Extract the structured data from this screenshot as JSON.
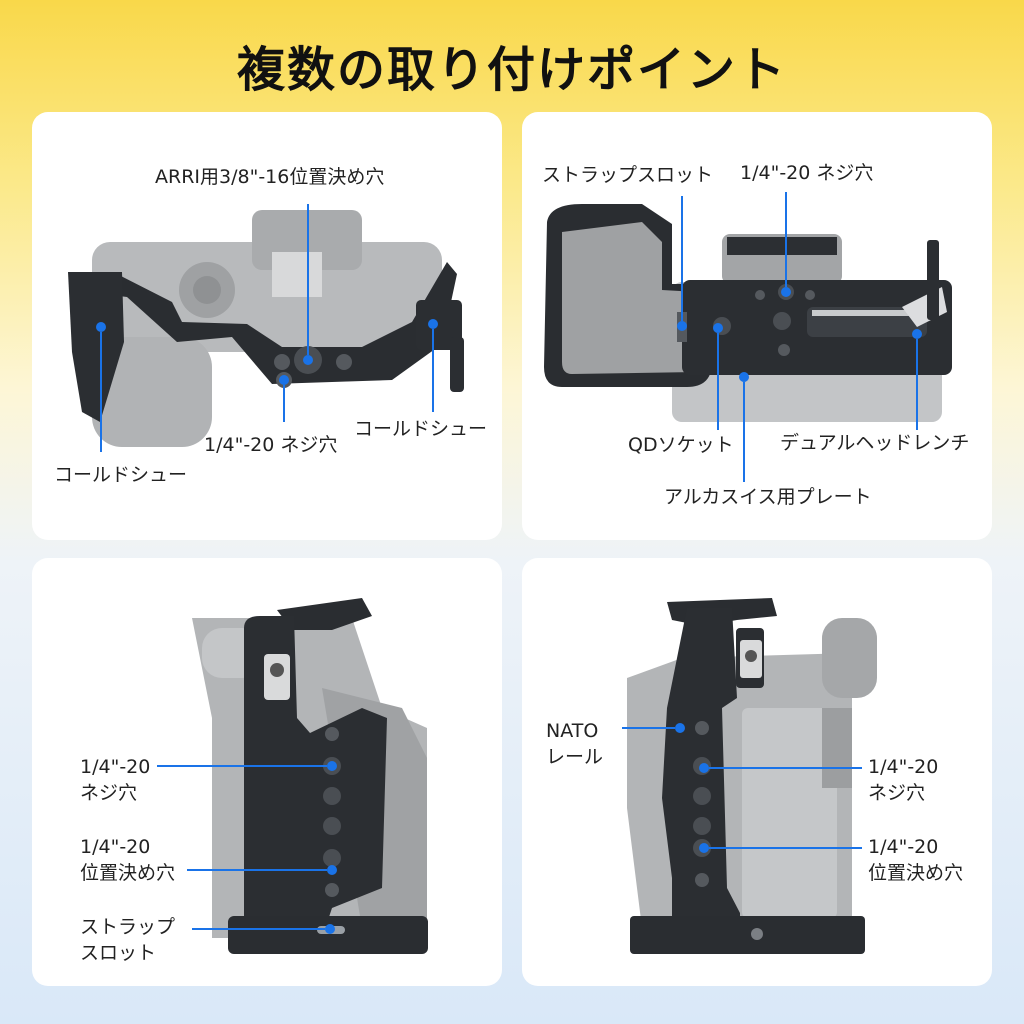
{
  "title": "複数の取り付けポイント",
  "colors": {
    "accent": "#1a73e8",
    "cage": "#2a2d31",
    "camera": "#a7a9ab"
  },
  "panel_top_left": {
    "labels": {
      "arri": "ARRI用3/8\"-16位置決め穴",
      "thread": "1/4\"-20 ネジ穴",
      "cold_shoe_right": "コールドシュー",
      "cold_shoe_left": "コールドシュー"
    }
  },
  "panel_top_right": {
    "labels": {
      "strap_slot": "ストラップスロット",
      "thread": "1/4\"-20 ネジ穴",
      "qd_socket": "QDソケット",
      "wrench": "デュアルヘッドレンチ",
      "arca_plate": "アルカスイス用プレート"
    }
  },
  "panel_bottom_left": {
    "labels": {
      "thread_l1": "1/4\"-20",
      "thread_l2": "ネジ穴",
      "locating_l1": "1/4\"-20",
      "locating_l2": "位置決め穴",
      "strap_l1": "ストラップ",
      "strap_l2": "スロット"
    }
  },
  "panel_bottom_right": {
    "labels": {
      "nato_l1": "NATO",
      "nato_l2": "レール",
      "thread_l1": "1/4\"-20",
      "thread_l2": "ネジ穴",
      "locating_l1": "1/4\"-20",
      "locating_l2": "位置決め穴"
    }
  }
}
